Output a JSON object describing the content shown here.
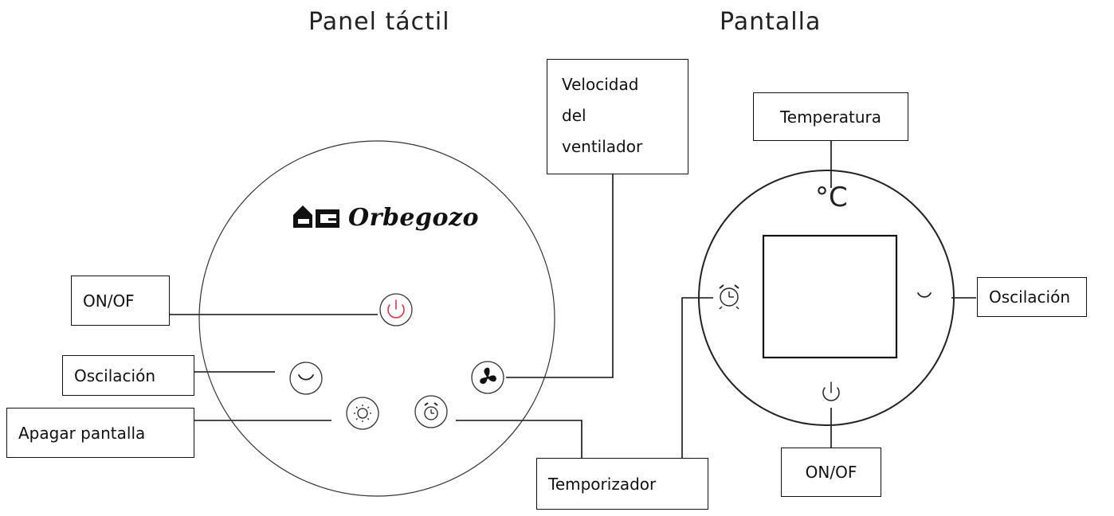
{
  "headings": {
    "touch_panel": "Panel táctil",
    "display": "Pantalla"
  },
  "touch_panel": {
    "brand": "Orbegozo",
    "labels": {
      "power": "ON/OF",
      "oscillation": "Oscilación",
      "display_off": "Apagar pantalla",
      "fan_speed_lines": [
        "Velocidad",
        "del",
        "ventilador"
      ],
      "timer": "Temporizador"
    }
  },
  "display": {
    "temperature_unit": "°C",
    "labels": {
      "temperature": "Temperatura",
      "oscillation": "Oscilación",
      "power": "ON/OF"
    }
  },
  "icons": {
    "power": "power-icon",
    "oscillation": "oscillation-arc-icon",
    "display_off": "sun-icon",
    "timer": "alarm-clock-icon",
    "fan": "fan-icon"
  },
  "colors": {
    "power_icon": "#e8304a",
    "line": "#111111"
  }
}
